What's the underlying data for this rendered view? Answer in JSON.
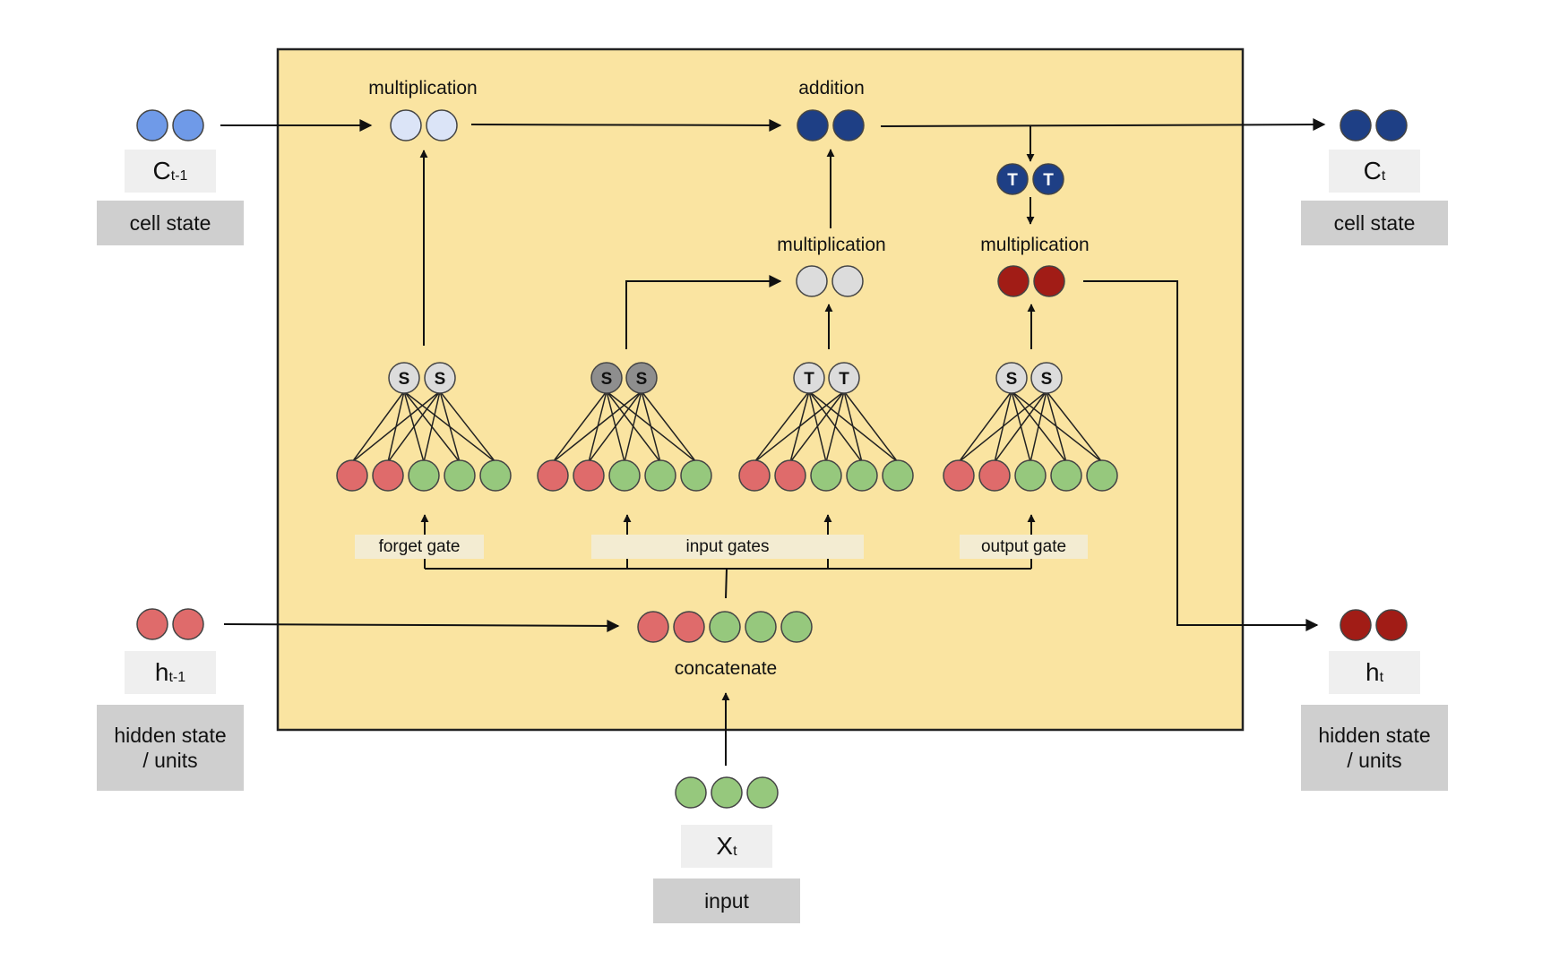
{
  "labels": {
    "multiplication_top": "multiplication",
    "addition": "addition",
    "multiplication_mid": "multiplication",
    "multiplication_out": "multiplication",
    "concatenate": "concatenate"
  },
  "gates": {
    "forget": "forget gate",
    "input": "input gates",
    "output": "output gate"
  },
  "activations": {
    "forget": [
      "S",
      "S"
    ],
    "input_sigmoid": [
      "S",
      "S"
    ],
    "input_tanh": [
      "T",
      "T"
    ],
    "output": [
      "S",
      "S"
    ],
    "cell_tanh": [
      "T",
      "T"
    ]
  },
  "inputs_outputs": {
    "c_prev": {
      "symbol": "C",
      "sub": "t-1",
      "desc": "cell state"
    },
    "h_prev": {
      "symbol": "h",
      "sub": "t-1",
      "desc": "hidden state / units"
    },
    "x": {
      "symbol": "X",
      "sub": "t",
      "desc": "input"
    },
    "c_next": {
      "symbol": "C",
      "sub": "t",
      "desc": "cell state"
    },
    "h_next": {
      "symbol": "h",
      "sub": "t",
      "desc": "hidden state / units"
    }
  },
  "colors": {
    "cell_box": "#fae4a1",
    "light_blue": "#6f9ae8",
    "pale_blue": "#dbe4f7",
    "dark_blue": "#1e3f85",
    "red": "#df6b6b",
    "green": "#96c87d",
    "gray": "#dcdcdc",
    "dark_gray": "#8e8e8e",
    "dark_red": "#a11c16"
  }
}
